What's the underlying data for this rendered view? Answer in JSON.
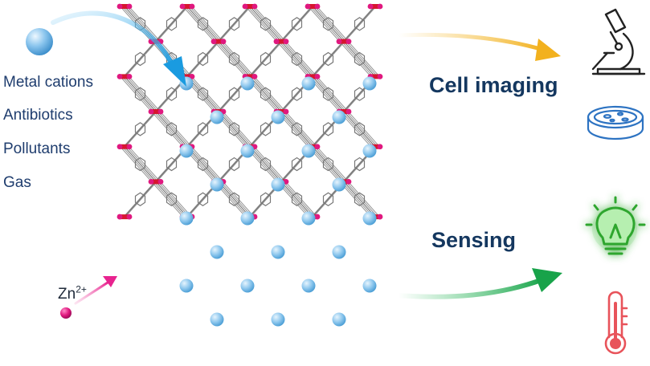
{
  "guests": {
    "items": [
      "Metal cations",
      "Antibiotics",
      "Pollutants",
      "Gas"
    ]
  },
  "applications": {
    "cell_imaging": "Cell imaging",
    "sensing": "Sensing"
  },
  "ion": {
    "symbol": "Zn",
    "charge": "2+"
  },
  "icons": [
    "sphere-icon",
    "microscope-icon",
    "petri-dish-icon",
    "lightbulb-icon",
    "thermometer-icon"
  ],
  "colors": {
    "framework_bond": "#8a8a8a",
    "framework_node": "#e0187f",
    "framework_link": "#d6162e",
    "pore_sphere": "#8fc8ee",
    "arrow_blue": "#1a9be0",
    "arrow_gold": "#f2b11e",
    "arrow_green": "#18a34a",
    "arrow_pink": "#e8238f",
    "label_navy": "#14375f",
    "bulb_green": "#3dbb3d",
    "thermometer_red": "#e8535a",
    "dish_blue": "#2d73c2"
  }
}
